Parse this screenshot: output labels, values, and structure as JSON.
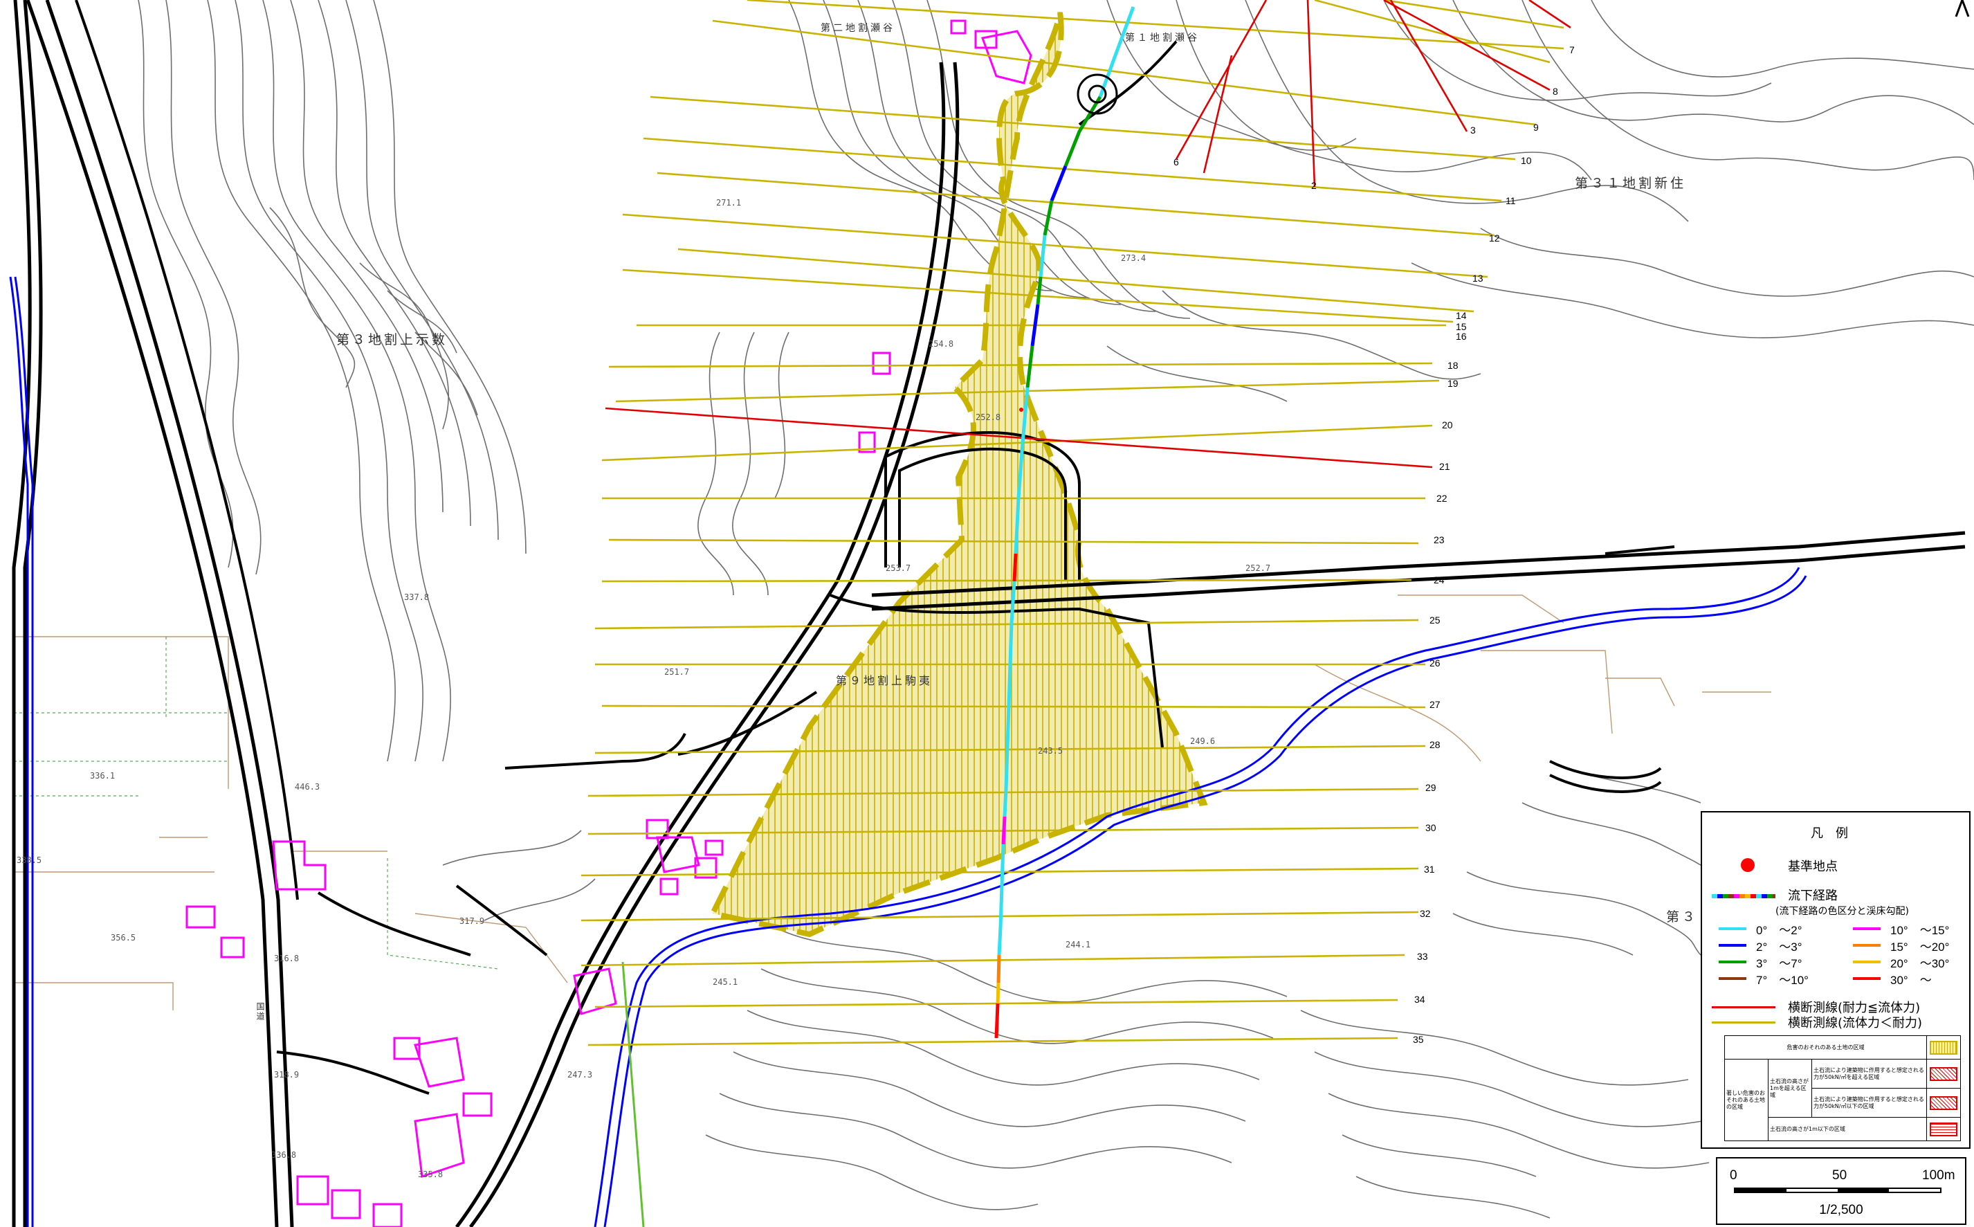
{
  "map": {
    "district_labels": {
      "west": "第３地割上示数",
      "east": "第３１地割新住",
      "center": "第９地割上駒夷",
      "north1": "第二地割瀬谷",
      "north2": "第１地割瀬谷",
      "cut": "第３",
      "east2": "第３"
    },
    "elevations": [
      "271.1",
      "273.4",
      "254.8",
      "252.8",
      "252.7",
      "337.8",
      "253.7",
      "251.7",
      "243.5",
      "244.1",
      "245.1",
      "247.3",
      "336.1",
      "446.3",
      "338.5",
      "356.5",
      "316.8",
      "336.8",
      "335.8",
      "318.9",
      "317.9",
      "249.6"
    ],
    "cross_sections": [
      "7",
      "8",
      "3",
      "9",
      "10",
      "11",
      "12",
      "13",
      "14",
      "15",
      "16",
      "18",
      "19",
      "20",
      "21",
      "22",
      "23",
      "24",
      "25",
      "26",
      "27",
      "28",
      "29",
      "30",
      "31",
      "32",
      "33",
      "34",
      "35",
      "2",
      "6"
    ],
    "road_label": "国道"
  },
  "legend": {
    "title": "凡例",
    "reference_point": "基準地点",
    "flow_path": "流下経路",
    "flow_path_note": "(流下経路の色区分と渓床勾配)",
    "slopes": [
      {
        "label": "0°　～2°",
        "color": "#33e0f0"
      },
      {
        "label": "10°　～15°",
        "color": "#ff00ff"
      },
      {
        "label": "2°　～3°",
        "color": "#0000ff"
      },
      {
        "label": "15°　～20°",
        "color": "#ff7f00"
      },
      {
        "label": "3°　～7°",
        "color": "#00a000"
      },
      {
        "label": "20°　～30°",
        "color": "#f0c000"
      },
      {
        "label": "7°　～10°",
        "color": "#8b3a0e"
      },
      {
        "label": "30°　～",
        "color": "#ff0000"
      }
    ],
    "xs_red": "横断測線(耐力≦流体力)",
    "xs_yellow": "横断測線(流体力＜耐力)",
    "zone_danger": "危害のおそれのある土地の区域",
    "zone_severe": "著しい危害のおそれのある土地の区域",
    "zone_height1": "土石流の高さが1mを超える区域",
    "zone_a": "土石流により建築物に作用すると想定される力が50kN/㎡を超える区域",
    "zone_b": "土石流により建築物に作用すると想定される力が50kN/㎡以下の区域",
    "zone_low": "土石流の高さが1m以下の区域"
  },
  "scale": {
    "ticks": [
      "0",
      "50",
      "100m"
    ],
    "ratio": "1/2,500"
  },
  "colors": {
    "contour": "#555555",
    "road": "#000000",
    "river": "#0000ff",
    "building": "#ff00ff",
    "xs_yellow": "#c8b400",
    "xs_red": "#e00000",
    "hazard_outline": "#c8b400",
    "hazard_fill": "#f0e890"
  }
}
